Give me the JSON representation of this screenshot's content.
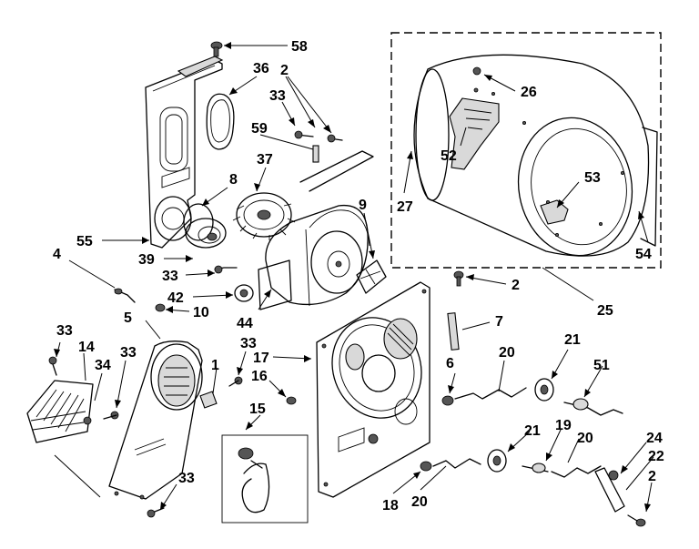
{
  "callouts": {
    "c58": "58",
    "c36": "36",
    "c2a": "2",
    "c33a": "33",
    "c59": "59",
    "c37": "37",
    "c8": "8",
    "c55": "55",
    "c39": "39",
    "c4": "4",
    "c33b": "33",
    "c42": "42",
    "c10": "10",
    "c44": "44",
    "c9": "9",
    "c26": "26",
    "c52": "52",
    "c27": "27",
    "c53": "53",
    "c54": "54",
    "c25": "25",
    "c2b": "2",
    "c7": "7",
    "c5": "5",
    "c33c": "33",
    "c14": "14",
    "c34": "34",
    "c33d": "33",
    "c33e": "33",
    "c17": "17",
    "c1": "1",
    "c16": "16",
    "c6": "6",
    "c20a": "20",
    "c21a": "21",
    "c51": "51",
    "c15": "15",
    "c33f": "33",
    "c21b": "21",
    "c19": "19",
    "c20b": "20",
    "c24": "24",
    "c22": "22",
    "c2c": "2",
    "c18": "18",
    "c20c": "20"
  }
}
